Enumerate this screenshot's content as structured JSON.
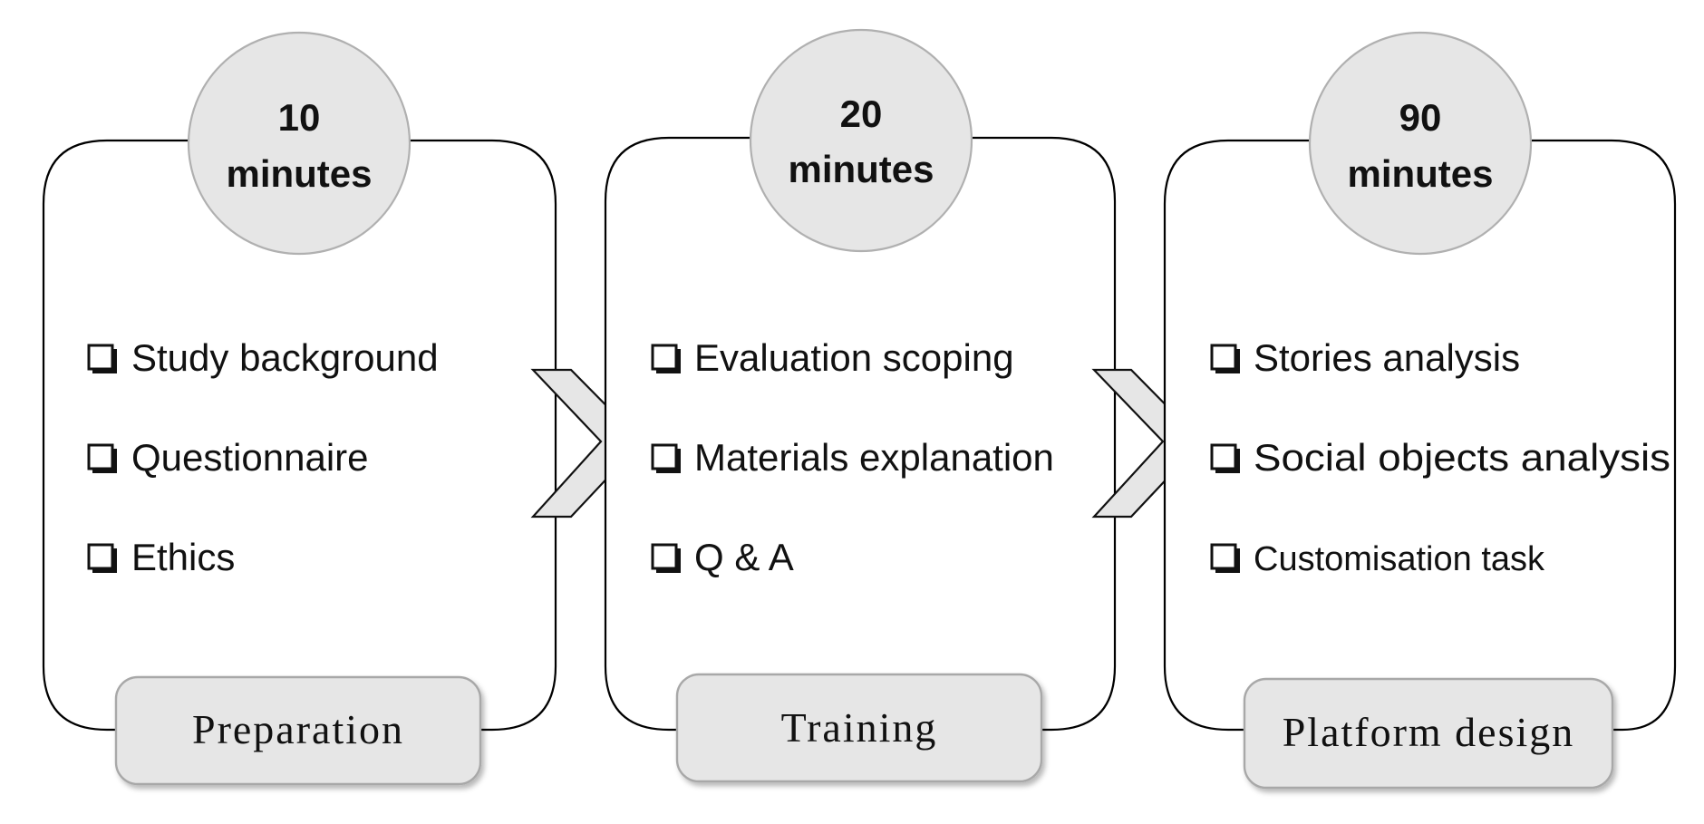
{
  "stages": [
    {
      "duration_value": "10",
      "duration_unit": "minutes",
      "items": [
        "Study background",
        "Questionnaire",
        "Ethics"
      ],
      "label": "Preparation"
    },
    {
      "duration_value": "20",
      "duration_unit": "minutes",
      "items": [
        "Evaluation scoping",
        "Materials explanation",
        "Q & A"
      ],
      "label": "Training"
    },
    {
      "duration_value": "90",
      "duration_unit": "minutes",
      "items": [
        "Stories analysis",
        "Social objects analysis",
        "Customisation task"
      ],
      "label": "Platform design"
    }
  ],
  "colors": {
    "shape_fill": "#e6e6e6",
    "shape_stroke": "#b0b0b0",
    "outline": "#000000",
    "text": "#111111"
  },
  "icons": {
    "item_marker": "checkbox-icon",
    "connector": "chevron-right-icon"
  }
}
